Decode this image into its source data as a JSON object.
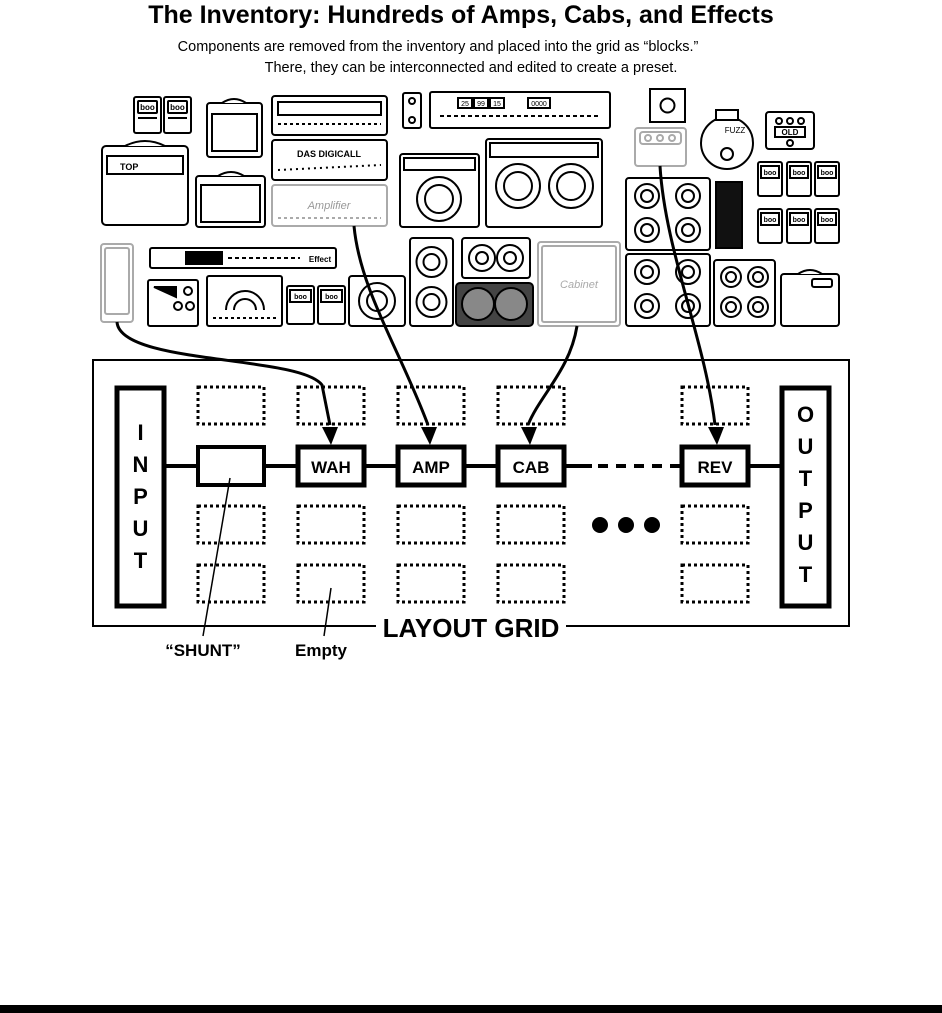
{
  "title": "The Inventory: Hundreds of Amps, Cabs, and Effects",
  "subtitle_line1": "Components are removed from the inventory and placed into the grid as “blocks.”",
  "subtitle_line2": "There, they can be interconnected and edited to create a preset.",
  "inventory": {
    "head_labels": {
      "top_head": "DAS DIGICALL",
      "bottom_head": "Amplifier"
    },
    "combo_label": "TOP",
    "rack_label": "Effect",
    "cab_label": "Cabinet",
    "pedal_labels": {
      "pedal_brand": "boo",
      "fuzz": "FUZZ",
      "old": "OLD"
    },
    "rack_displays": [
      "25",
      "99",
      "15",
      "0000"
    ]
  },
  "grid": {
    "input_label": [
      "I",
      "N",
      "P",
      "U",
      "T"
    ],
    "output_label": [
      "O",
      "U",
      "T",
      "P",
      "U",
      "T"
    ],
    "blocks": {
      "wah": "WAH",
      "amp": "AMP",
      "cab": "CAB",
      "rev": "REV"
    },
    "caption": "LAYOUT GRID",
    "shunt_label": "“SHUNT”",
    "empty_label": "Empty"
  }
}
